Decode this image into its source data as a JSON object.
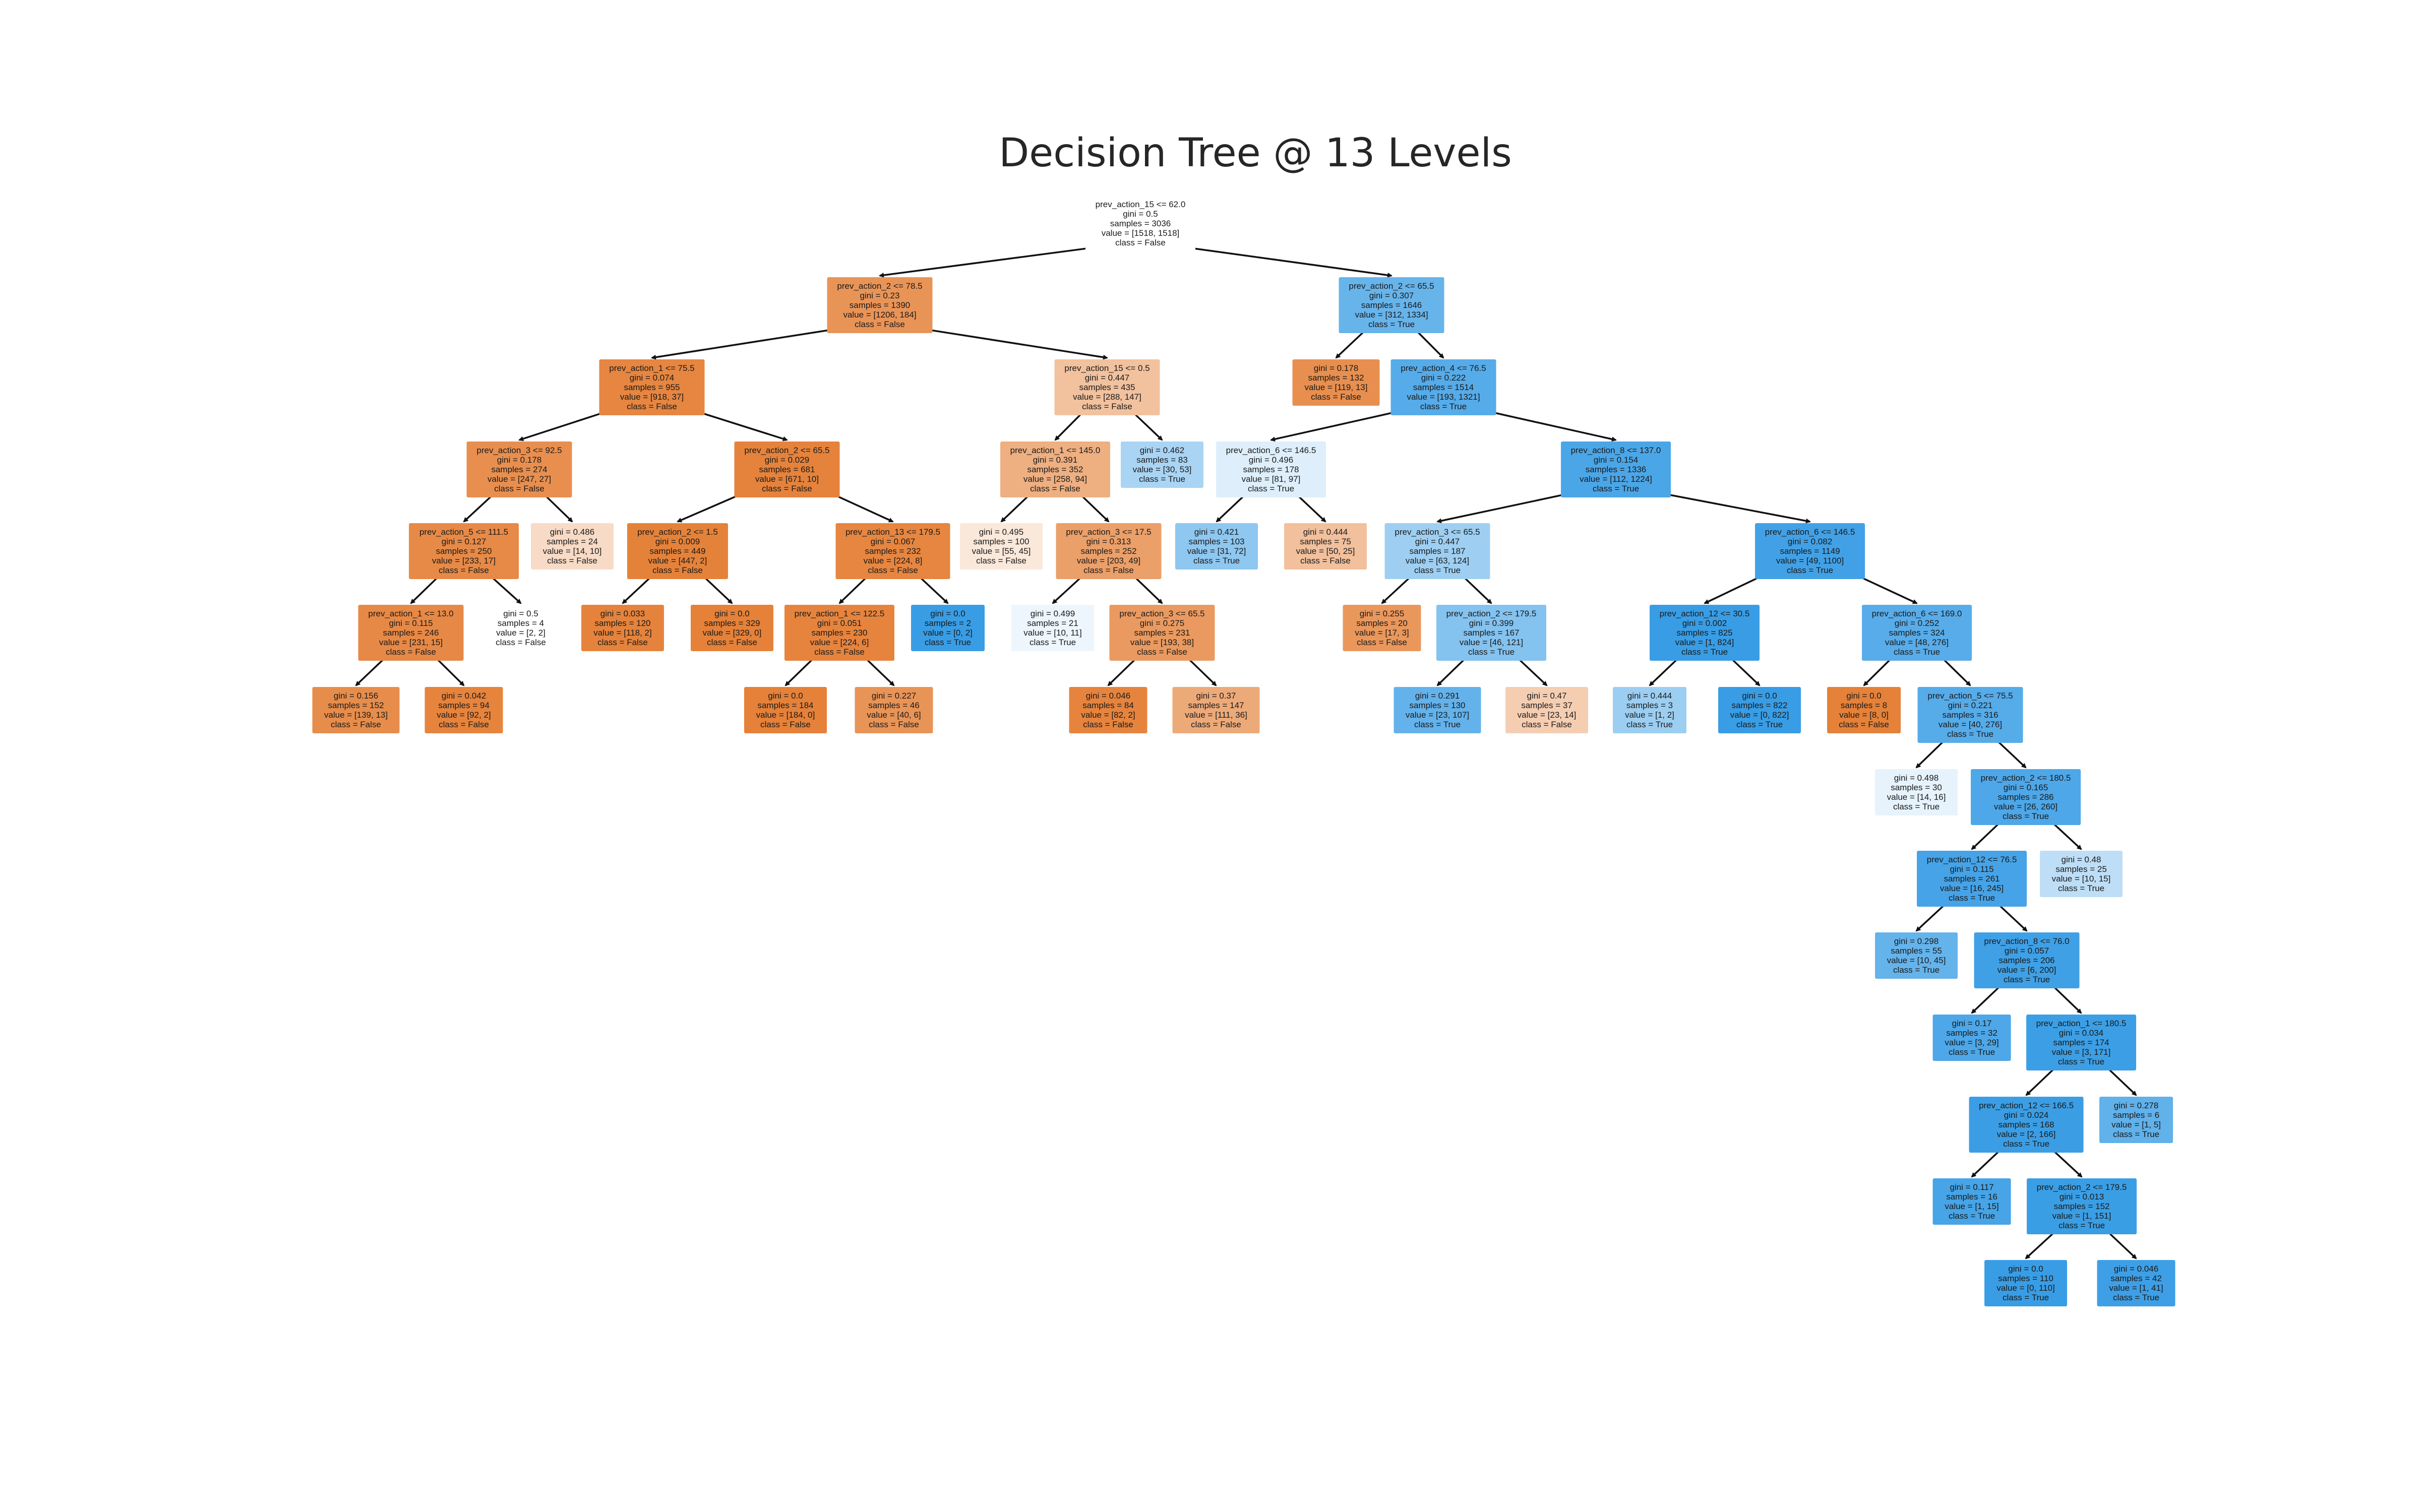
{
  "title": "Decision Tree @ 13 Levels",
  "colors": {
    "false_class": "#e58139",
    "true_class": "#399de5",
    "edge": "#111111",
    "text": "#1a1a1a"
  },
  "nodes": [
    {
      "id": "n0",
      "lines": [
        "prev_action_15 <= 62.0",
        "gini = 0.5",
        "samples = 3036",
        "value = [1518, 1518]",
        "class = False"
      ],
      "fill": "#ffffff"
    },
    {
      "id": "n1",
      "lines": [
        "prev_action_2 <= 78.5",
        "gini = 0.23",
        "samples = 1390",
        "value = [1206, 184]",
        "class = False"
      ],
      "fill": "#e99457"
    },
    {
      "id": "n2",
      "lines": [
        "prev_action_1 <= 75.5",
        "gini = 0.074",
        "samples = 955",
        "value = [918, 37]",
        "class = False"
      ],
      "fill": "#e68641"
    },
    {
      "id": "n3",
      "lines": [
        "prev_action_3 <= 92.5",
        "gini = 0.178",
        "samples = 274",
        "value = [247, 27]",
        "class = False"
      ],
      "fill": "#e88f4f"
    },
    {
      "id": "n4",
      "lines": [
        "prev_action_5 <= 111.5",
        "gini = 0.127",
        "samples = 250",
        "value = [233, 17]",
        "class = False"
      ],
      "fill": "#e78a47"
    },
    {
      "id": "n5",
      "lines": [
        "prev_action_1 <= 13.0",
        "gini = 0.115",
        "samples = 246",
        "value = [231, 15]",
        "class = False"
      ],
      "fill": "#e78946"
    },
    {
      "id": "n6",
      "lines": [
        "gini = 0.156",
        "samples = 152",
        "value = [139, 13]",
        "class = False"
      ],
      "fill": "#e78d4c"
    },
    {
      "id": "n7",
      "lines": [
        "gini = 0.042",
        "samples = 94",
        "value = [92, 2]",
        "class = False"
      ],
      "fill": "#e6843d"
    },
    {
      "id": "n8",
      "lines": [
        "gini = 0.5",
        "samples = 4",
        "value = [2, 2]",
        "class = False"
      ],
      "fill": "#ffffff"
    },
    {
      "id": "n9",
      "lines": [
        "gini = 0.486",
        "samples = 24",
        "value = [14, 10]",
        "class = False"
      ],
      "fill": "#f8dbc6"
    },
    {
      "id": "n10",
      "lines": [
        "prev_action_2 <= 65.5",
        "gini = 0.029",
        "samples = 681",
        "value = [671, 10]",
        "class = False"
      ],
      "fill": "#e5833c"
    },
    {
      "id": "n11",
      "lines": [
        "prev_action_2 <= 1.5",
        "gini = 0.009",
        "samples = 449",
        "value = [447, 2]",
        "class = False"
      ],
      "fill": "#e5823a"
    },
    {
      "id": "n12",
      "lines": [
        "gini = 0.033",
        "samples = 120",
        "value = [118, 2]",
        "class = False"
      ],
      "fill": "#e5833c"
    },
    {
      "id": "n13",
      "lines": [
        "gini = 0.0",
        "samples = 329",
        "value = [329, 0]",
        "class = False"
      ],
      "fill": "#e58139"
    },
    {
      "id": "n14",
      "lines": [
        "prev_action_13 <= 179.5",
        "gini = 0.067",
        "samples = 232",
        "value = [224, 8]",
        "class = False"
      ],
      "fill": "#e68640"
    },
    {
      "id": "n15",
      "lines": [
        "prev_action_1 <= 122.5",
        "gini = 0.051",
        "samples = 230",
        "value = [224, 6]",
        "class = False"
      ],
      "fill": "#e6843e"
    },
    {
      "id": "n16",
      "lines": [
        "gini = 0.0",
        "samples = 184",
        "value = [184, 0]",
        "class = False"
      ],
      "fill": "#e58139"
    },
    {
      "id": "n17",
      "lines": [
        "gini = 0.227",
        "samples = 46",
        "value = [40, 6]",
        "class = False"
      ],
      "fill": "#e99457"
    },
    {
      "id": "n18",
      "lines": [
        "gini = 0.0",
        "samples = 2",
        "value = [0, 2]",
        "class = True"
      ],
      "fill": "#399de5"
    },
    {
      "id": "n19",
      "lines": [
        "prev_action_15 <= 0.5",
        "gini = 0.447",
        "samples = 435",
        "value = [288, 147]",
        "class = False"
      ],
      "fill": "#f2c19e"
    },
    {
      "id": "n20",
      "lines": [
        "prev_action_1 <= 145.0",
        "gini = 0.391",
        "samples = 352",
        "value = [258, 94]",
        "class = False"
      ],
      "fill": "#eeaf81"
    },
    {
      "id": "n21",
      "lines": [
        "gini = 0.495",
        "samples = 100",
        "value = [55, 45]",
        "class = False"
      ],
      "fill": "#fae8db"
    },
    {
      "id": "n22",
      "lines": [
        "prev_action_3 <= 17.5",
        "gini = 0.313",
        "samples = 252",
        "value = [203, 49]",
        "class = False"
      ],
      "fill": "#eb9f69"
    },
    {
      "id": "n23",
      "lines": [
        "gini = 0.499",
        "samples = 21",
        "value = [10, 11]",
        "class = True"
      ],
      "fill": "#edf6fd"
    },
    {
      "id": "n24",
      "lines": [
        "prev_action_3 <= 65.5",
        "gini = 0.275",
        "samples = 231",
        "value = [193, 38]",
        "class = False"
      ],
      "fill": "#ea9a60"
    },
    {
      "id": "n25",
      "lines": [
        "gini = 0.046",
        "samples = 84",
        "value = [82, 2]",
        "class = False"
      ],
      "fill": "#e6843e"
    },
    {
      "id": "n26",
      "lines": [
        "gini = 0.37",
        "samples = 147",
        "value = [111, 36]",
        "class = False"
      ],
      "fill": "#edaa79"
    },
    {
      "id": "n27",
      "lines": [
        "gini = 0.462",
        "samples = 83",
        "value = [30, 53]",
        "class = True"
      ],
      "fill": "#a9d4f4"
    },
    {
      "id": "n28",
      "lines": [
        "prev_action_2 <= 65.5",
        "gini = 0.307",
        "samples = 1646",
        "value = [312, 1334]",
        "class = True"
      ],
      "fill": "#67b4eb"
    },
    {
      "id": "n29",
      "lines": [
        "gini = 0.178",
        "samples = 132",
        "value = [119, 13]",
        "class = False"
      ],
      "fill": "#e88f4f"
    },
    {
      "id": "n30",
      "lines": [
        "prev_action_4 <= 76.5",
        "gini = 0.222",
        "samples = 1514",
        "value = [193, 1321]",
        "class = True"
      ],
      "fill": "#56abe9"
    },
    {
      "id": "n31",
      "lines": [
        "prev_action_6 <= 146.5",
        "gini = 0.496",
        "samples = 178",
        "value = [81, 97]",
        "class = True"
      ],
      "fill": "#deeffb"
    },
    {
      "id": "n32",
      "lines": [
        "gini = 0.421",
        "samples = 103",
        "value = [31, 72]",
        "class = True"
      ],
      "fill": "#8ec7f0"
    },
    {
      "id": "n33",
      "lines": [
        "gini = 0.444",
        "samples = 75",
        "value = [50, 25]",
        "class = False"
      ],
      "fill": "#f2c09c"
    },
    {
      "id": "n34",
      "lines": [
        "prev_action_8 <= 137.0",
        "gini = 0.154",
        "samples = 1336",
        "value = [112, 1224]",
        "class = True"
      ],
      "fill": "#4ba6e7"
    },
    {
      "id": "n35",
      "lines": [
        "prev_action_3 <= 65.5",
        "gini = 0.447",
        "samples = 187",
        "value = [63, 124]",
        "class = True"
      ],
      "fill": "#9ecff2"
    },
    {
      "id": "n36",
      "lines": [
        "gini = 0.255",
        "samples = 20",
        "value = [17, 3]",
        "class = False"
      ],
      "fill": "#ea975c"
    },
    {
      "id": "n37",
      "lines": [
        "prev_action_2 <= 179.5",
        "gini = 0.399",
        "samples = 167",
        "value = [46, 121]",
        "class = True"
      ],
      "fill": "#84c2ef"
    },
    {
      "id": "n38",
      "lines": [
        "gini = 0.291",
        "samples = 130",
        "value = [23, 107]",
        "class = True"
      ],
      "fill": "#64b2eb"
    },
    {
      "id": "n39",
      "lines": [
        "gini = 0.47",
        "samples = 37",
        "value = [23, 14]",
        "class = False"
      ],
      "fill": "#f5ceb2"
    },
    {
      "id": "n40",
      "lines": [
        "prev_action_6 <= 146.5",
        "gini = 0.082",
        "samples = 1149",
        "value = [49, 1100]",
        "class = True"
      ],
      "fill": "#42a1e6"
    },
    {
      "id": "n41",
      "lines": [
        "prev_action_12 <= 30.5",
        "gini = 0.002",
        "samples = 825",
        "value = [1, 824]",
        "class = True"
      ],
      "fill": "#399de5"
    },
    {
      "id": "n42",
      "lines": [
        "gini = 0.444",
        "samples = 3",
        "value = [1, 2]",
        "class = True"
      ],
      "fill": "#9ccef2"
    },
    {
      "id": "n43",
      "lines": [
        "gini = 0.0",
        "samples = 822",
        "value = [0, 822]",
        "class = True"
      ],
      "fill": "#399de5"
    },
    {
      "id": "n44",
      "lines": [
        "prev_action_6 <= 169.0",
        "gini = 0.252",
        "samples = 324",
        "value = [48, 276]",
        "class = True"
      ],
      "fill": "#58ace9"
    },
    {
      "id": "n45",
      "lines": [
        "gini = 0.0",
        "samples = 8",
        "value = [8, 0]",
        "class = False"
      ],
      "fill": "#e58139"
    },
    {
      "id": "n46",
      "lines": [
        "prev_action_5 <= 75.5",
        "gini = 0.221",
        "samples = 316",
        "value = [40, 276]",
        "class = True"
      ],
      "fill": "#56abe9"
    },
    {
      "id": "n47",
      "lines": [
        "gini = 0.498",
        "samples = 30",
        "value = [14, 16]",
        "class = True"
      ],
      "fill": "#e6f3fc"
    },
    {
      "id": "n48",
      "lines": [
        "prev_action_2 <= 180.5",
        "gini = 0.165",
        "samples = 286",
        "value = [26, 260]",
        "class = True"
      ],
      "fill": "#4da7e8"
    },
    {
      "id": "n49",
      "lines": [
        "prev_action_12 <= 76.5",
        "gini = 0.115",
        "samples = 261",
        "value = [16, 245]",
        "class = True"
      ],
      "fill": "#46a3e7"
    },
    {
      "id": "n50",
      "lines": [
        "gini = 0.298",
        "samples = 55",
        "value = [10, 45]",
        "class = True"
      ],
      "fill": "#65b3eb"
    },
    {
      "id": "n51",
      "lines": [
        "prev_action_8 <= 76.0",
        "gini = 0.057",
        "samples = 206",
        "value = [6, 200]",
        "class = True"
      ],
      "fill": "#3fa0e6"
    },
    {
      "id": "n52",
      "lines": [
        "gini = 0.17",
        "samples = 32",
        "value = [3, 29]",
        "class = True"
      ],
      "fill": "#4da7e8"
    },
    {
      "id": "n53",
      "lines": [
        "prev_action_1 <= 180.5",
        "gini = 0.034",
        "samples = 174",
        "value = [3, 171]",
        "class = True"
      ],
      "fill": "#3c9fe5"
    },
    {
      "id": "n54",
      "lines": [
        "prev_action_12 <= 166.5",
        "gini = 0.024",
        "samples = 168",
        "value = [2, 166]",
        "class = True"
      ],
      "fill": "#3b9ee5"
    },
    {
      "id": "n55",
      "lines": [
        "gini = 0.117",
        "samples = 16",
        "value = [1, 15]",
        "class = True"
      ],
      "fill": "#46a4e7"
    },
    {
      "id": "n56",
      "lines": [
        "prev_action_2 <= 179.5",
        "gini = 0.013",
        "samples = 152",
        "value = [1, 151]",
        "class = True"
      ],
      "fill": "#3a9ee5"
    },
    {
      "id": "n57",
      "lines": [
        "gini = 0.0",
        "samples = 110",
        "value = [0, 110]",
        "class = True"
      ],
      "fill": "#399de5"
    },
    {
      "id": "n58",
      "lines": [
        "gini = 0.046",
        "samples = 42",
        "value = [1, 41]",
        "class = True"
      ],
      "fill": "#3e9fe6"
    },
    {
      "id": "n59",
      "lines": [
        "gini = 0.278",
        "samples = 6",
        "value = [1, 5]",
        "class = True"
      ],
      "fill": "#61b1ea"
    },
    {
      "id": "n60",
      "lines": [
        "gini = 0.48",
        "samples = 25",
        "value = [10, 15]",
        "class = True"
      ],
      "fill": "#bddef6"
    }
  ],
  "edges": [
    [
      "n0",
      "n1"
    ],
    [
      "n0",
      "n28"
    ],
    [
      "n1",
      "n2"
    ],
    [
      "n1",
      "n19"
    ],
    [
      "n2",
      "n3"
    ],
    [
      "n2",
      "n10"
    ],
    [
      "n3",
      "n4"
    ],
    [
      "n3",
      "n9"
    ],
    [
      "n4",
      "n5"
    ],
    [
      "n4",
      "n8"
    ],
    [
      "n5",
      "n6"
    ],
    [
      "n5",
      "n7"
    ],
    [
      "n10",
      "n11"
    ],
    [
      "n10",
      "n14"
    ],
    [
      "n11",
      "n12"
    ],
    [
      "n11",
      "n13"
    ],
    [
      "n14",
      "n15"
    ],
    [
      "n14",
      "n18"
    ],
    [
      "n15",
      "n16"
    ],
    [
      "n15",
      "n17"
    ],
    [
      "n19",
      "n20"
    ],
    [
      "n19",
      "n27"
    ],
    [
      "n20",
      "n21"
    ],
    [
      "n20",
      "n22"
    ],
    [
      "n22",
      "n23"
    ],
    [
      "n22",
      "n24"
    ],
    [
      "n24",
      "n25"
    ],
    [
      "n24",
      "n26"
    ],
    [
      "n28",
      "n29"
    ],
    [
      "n28",
      "n30"
    ],
    [
      "n30",
      "n31"
    ],
    [
      "n30",
      "n34"
    ],
    [
      "n31",
      "n32"
    ],
    [
      "n31",
      "n33"
    ],
    [
      "n34",
      "n35"
    ],
    [
      "n34",
      "n40"
    ],
    [
      "n35",
      "n36"
    ],
    [
      "n35",
      "n37"
    ],
    [
      "n37",
      "n38"
    ],
    [
      "n37",
      "n39"
    ],
    [
      "n40",
      "n41"
    ],
    [
      "n40",
      "n44"
    ],
    [
      "n41",
      "n42"
    ],
    [
      "n41",
      "n43"
    ],
    [
      "n44",
      "n45"
    ],
    [
      "n44",
      "n46"
    ],
    [
      "n46",
      "n47"
    ],
    [
      "n46",
      "n48"
    ],
    [
      "n48",
      "n49"
    ],
    [
      "n48",
      "n60"
    ],
    [
      "n49",
      "n50"
    ],
    [
      "n49",
      "n51"
    ],
    [
      "n51",
      "n52"
    ],
    [
      "n51",
      "n53"
    ],
    [
      "n53",
      "n54"
    ],
    [
      "n53",
      "n59"
    ],
    [
      "n54",
      "n55"
    ],
    [
      "n54",
      "n56"
    ],
    [
      "n56",
      "n57"
    ],
    [
      "n56",
      "n58"
    ]
  ]
}
